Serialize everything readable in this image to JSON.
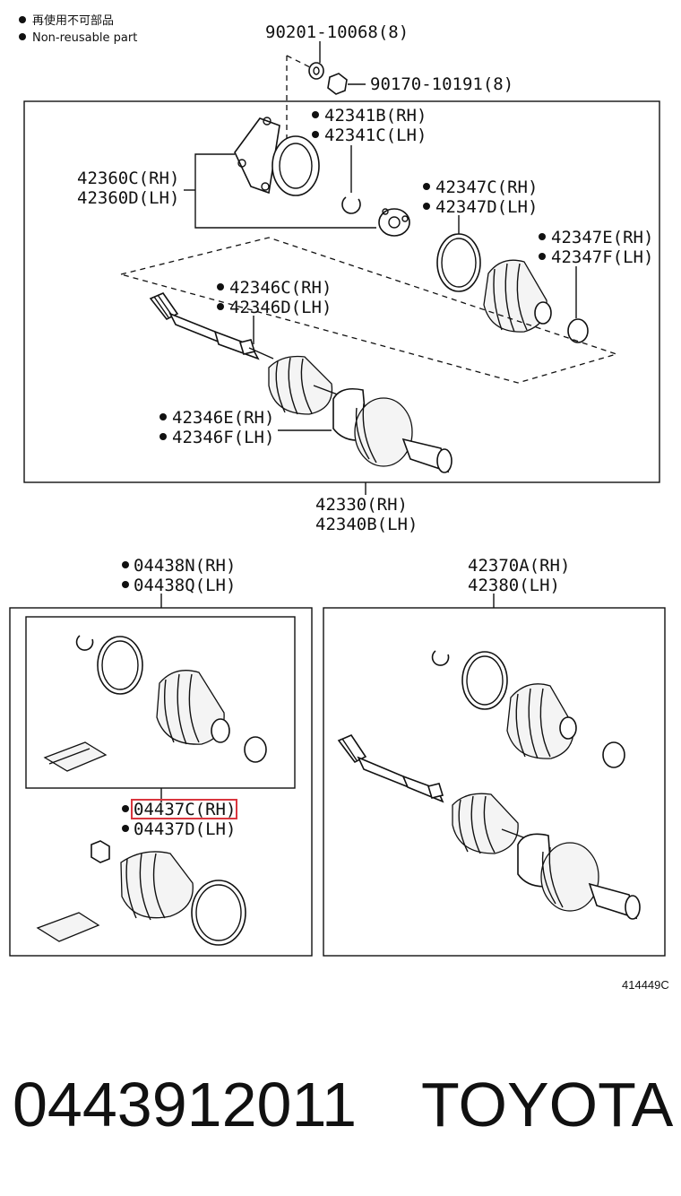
{
  "legend": {
    "line1": "再使用不可部品",
    "line2": "Non-reusable part"
  },
  "labels": {
    "p90201": "90201-10068(8)",
    "p90170": "90170-10191(8)",
    "p42341b": "42341B(RH)",
    "p42341c": "42341C(LH)",
    "p42360c": "42360C(RH)",
    "p42360d": "42360D(LH)",
    "p42347c": "42347C(RH)",
    "p42347d": "42347D(LH)",
    "p42347e": "42347E(RH)",
    "p42347f": "42347F(LH)",
    "p42346c": "42346C(RH)",
    "p42346d": "42346D(LH)",
    "p42346e": "42346E(RH)",
    "p42346f": "42346F(LH)",
    "p42330": "42330(RH)",
    "p42340b": "42340B(LH)",
    "p04438n": "04438N(RH)",
    "p04438q": "04438Q(LH)",
    "p42370a": "42370A(RH)",
    "p42380": "42380(LH)",
    "p04437c": "04437C(RH)",
    "p04437d": "04437D(LH)"
  },
  "figure_id": "414449C",
  "footer": {
    "part_number": "0443912011",
    "brand": "TOYOTA"
  },
  "colors": {
    "highlight": "#d9363e",
    "line": "#111111"
  }
}
